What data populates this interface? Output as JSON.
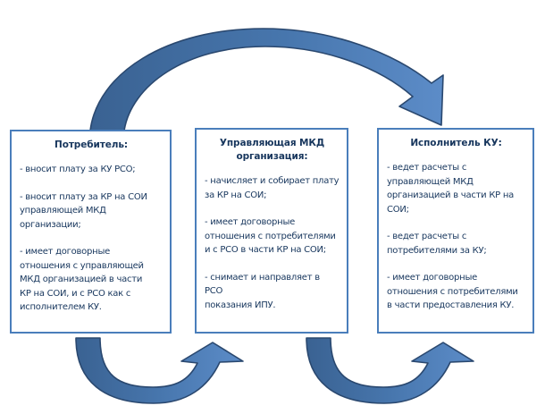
{
  "colors": {
    "box_border": "#4a7ebb",
    "text": "#17365d",
    "arrow_start": "#3a6292",
    "arrow_mid": "#4776ad",
    "arrow_end": "#5c8cc8",
    "arrow_outline": "#2a486f",
    "background": "#ffffff"
  },
  "boxes": [
    {
      "id": "consumer",
      "title": "Потребитель:",
      "paragraphs": [
        "- вносит плату за КУ РСО;",
        "- вносит плату за КР на СОИ\nуправляющей МКД\nорганизации;",
        "- имеет договорные\nотношения  с управляющей\nМКД организацией в части\nКР на СОИ, и с РСО как с\nисполнителем КУ."
      ]
    },
    {
      "id": "manager",
      "title": "Управляющая МКД\nорганизация:",
      "paragraphs": [
        "- начисляет и собирает плату\nза КР на СОИ;",
        "- имеет договорные\nотношения с потребителями\nи с РСО в части КР на СОИ;",
        "- снимает и направляет в РСО\nпоказания ИПУ."
      ]
    },
    {
      "id": "executor",
      "title": "Исполнитель КУ:",
      "paragraphs": [
        "- ведет расчеты с\nуправляющей МКД\nорганизацией в части КР на\nСОИ;",
        "- ведет расчеты с\nпотребителями за КУ;",
        "- имеет договорные\nотношения с потребителями\nв части предоставления КУ."
      ]
    }
  ],
  "arrows": [
    {
      "id": "top-arc",
      "from": "consumer",
      "to": "executor",
      "style": "curved over top, arrowhead down-right"
    },
    {
      "id": "bottom-left-arc",
      "from": "consumer",
      "to": "manager",
      "style": "curved under bottom, arrowhead up"
    },
    {
      "id": "bottom-right-arc",
      "from": "manager",
      "to": "executor",
      "style": "curved under bottom, arrowhead up"
    }
  ]
}
